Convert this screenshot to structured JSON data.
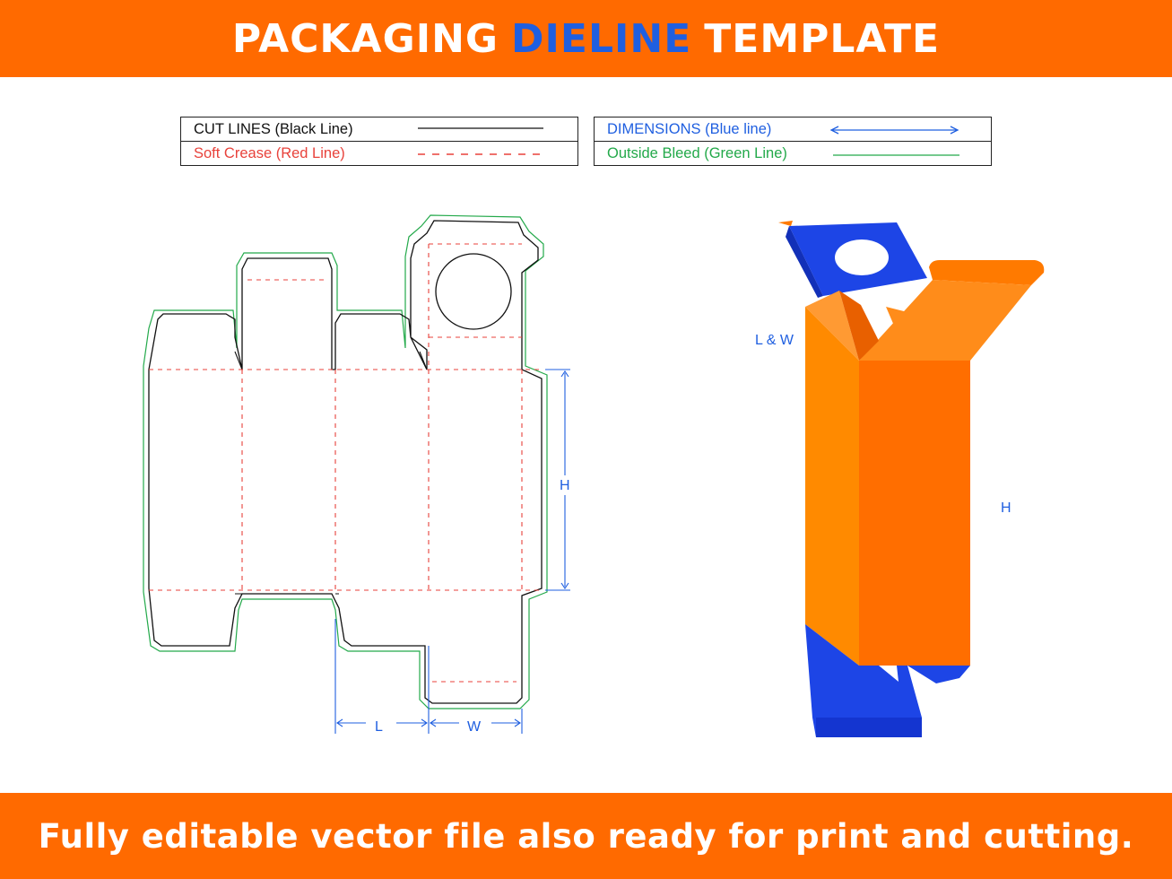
{
  "header": {
    "word1": "PACKAGING",
    "word2": "DIELINE",
    "word3": "TEMPLATE"
  },
  "legend": {
    "cut_lines": "CUT LINES (Black Line)",
    "soft_crease": "Soft Crease (Red Line)",
    "dimensions": "DIMENSIONS (Blue line)",
    "outside_bleed": "Outside Bleed (Green Line)"
  },
  "labels": {
    "h_flat": "H",
    "l": "L",
    "w": "W",
    "lw": "L & W",
    "h_box": "H"
  },
  "footer": {
    "text": "Fully editable vector file also ready for print and cutting."
  },
  "colors": {
    "accent": "#ff6a00",
    "blue": "#1f5fe0",
    "cut": "#111111",
    "crease": "#e8423b",
    "bleed": "#23a94a",
    "box_orange": "#ff7a00",
    "box_blue": "#1d45e6"
  }
}
